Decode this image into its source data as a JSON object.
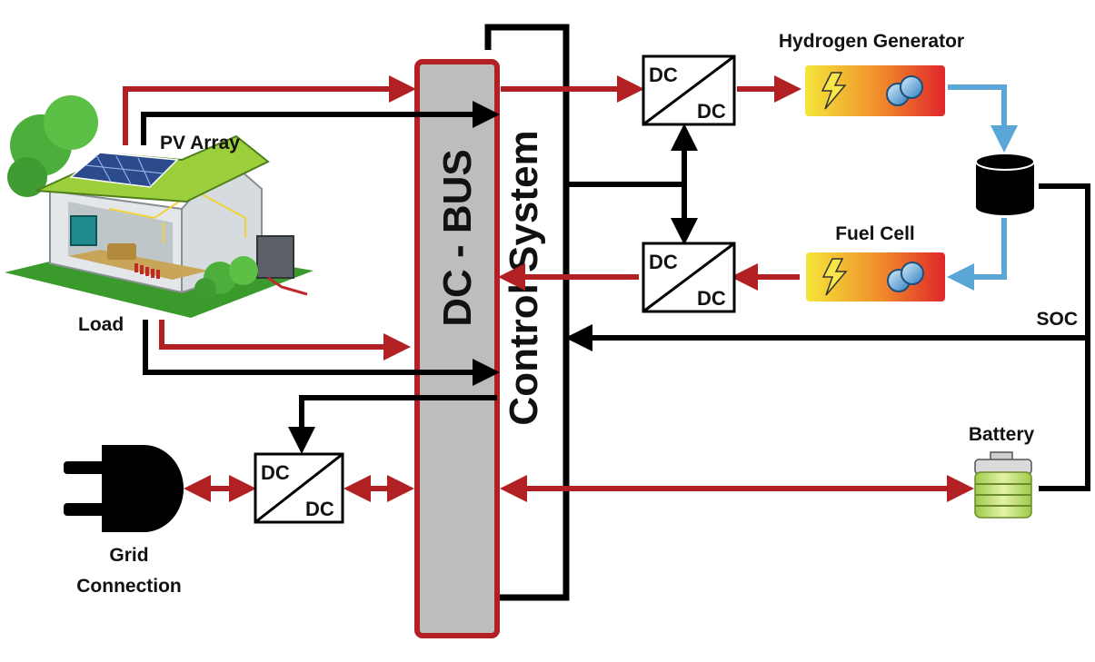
{
  "labels": {
    "pv_array": "PV Array",
    "load": "Load",
    "dc_bus": "DC - BUS",
    "control_system": "Control System",
    "hydrogen_generator": "Hydrogen Generator",
    "fuel_cell": "Fuel Cell",
    "soc": "SOC",
    "battery": "Battery",
    "grid_line1": "Grid",
    "grid_line2": "Connection"
  },
  "converters": [
    {
      "top": "DC",
      "bottom": "DC"
    },
    {
      "top": "DC",
      "bottom": "DC"
    },
    {
      "top": "DC",
      "bottom": "DC"
    }
  ],
  "colors": {
    "power_flow": "#b32024",
    "control_flow": "#000000",
    "hydrogen_flow": "#5aa6d6",
    "dc_bus_fill": "#bdbdbd",
    "dc_bus_border": "#b32024",
    "battery_fill": "#c9e27a"
  }
}
